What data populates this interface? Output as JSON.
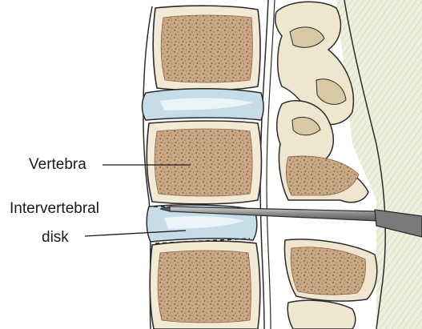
{
  "labels": {
    "vertebra": "Vertebra",
    "intervertebral_line1": "Intervertebral",
    "intervertebral_line2": "disk"
  },
  "colors": {
    "bone_fill": "#c9a886",
    "bone_speckle": "#8a6344",
    "cortex": "#f3ead6",
    "disk_fill": "#c6dce6",
    "disk_highlight": "#eaf3f7",
    "outline": "#2b2b2b",
    "facet_fill": "#f0e6cf",
    "facet_shadow": "#d6c9a3",
    "background_hatch": "#e6e8d2",
    "instrument": "#6d6d6d"
  },
  "icons": {
    "instrument": "surgical-probe"
  }
}
